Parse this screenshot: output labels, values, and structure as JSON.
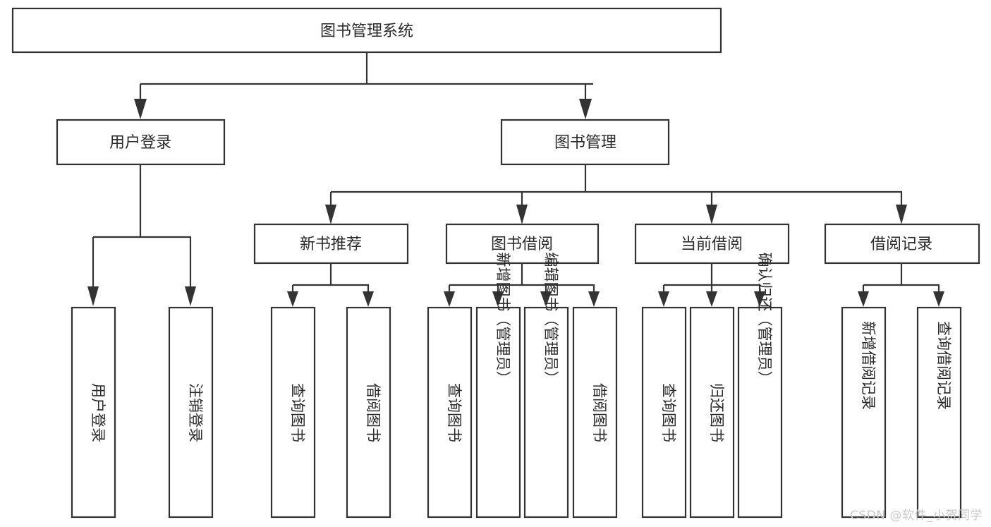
{
  "diagram": {
    "type": "tree-hierarchy",
    "title": "图书管理系统",
    "watermark": "CSDN @软件_小贺同学",
    "colors": {
      "stroke": "#333333",
      "box_fill": "#ffffff",
      "text": "#2b2b2b",
      "watermark": "#c9c9c9",
      "background": "#ffffff"
    },
    "levels": [
      {
        "level": 0,
        "nodes": [
          {
            "id": "root",
            "label": "图书管理系统",
            "orientation": "horizontal"
          }
        ]
      },
      {
        "level": 1,
        "nodes": [
          {
            "id": "login",
            "label": "用户登录",
            "orientation": "horizontal",
            "parent": "root"
          },
          {
            "id": "bookmgmt",
            "label": "图书管理",
            "orientation": "horizontal",
            "parent": "root"
          }
        ]
      },
      {
        "level": 2,
        "nodes": [
          {
            "id": "newbook",
            "label": "新书推荐",
            "orientation": "horizontal",
            "parent": "bookmgmt"
          },
          {
            "id": "borrow",
            "label": "图书借阅",
            "orientation": "horizontal",
            "parent": "bookmgmt"
          },
          {
            "id": "current",
            "label": "当前借阅",
            "orientation": "horizontal",
            "parent": "bookmgmt"
          },
          {
            "id": "records",
            "label": "借阅记录",
            "orientation": "horizontal",
            "parent": "bookmgmt"
          }
        ]
      },
      {
        "level": 3,
        "nodes": [
          {
            "id": "leaf-user-login",
            "label": "用户登录",
            "orientation": "vertical",
            "parent": "login"
          },
          {
            "id": "leaf-user-logout",
            "label": "注销登录",
            "orientation": "vertical",
            "parent": "login"
          },
          {
            "id": "leaf-query-book-1",
            "label": "查询图书",
            "orientation": "vertical",
            "parent": "newbook"
          },
          {
            "id": "leaf-borrow-book-1",
            "label": "借阅图书",
            "orientation": "vertical",
            "parent": "newbook"
          },
          {
            "id": "leaf-query-book-2",
            "label": "查询图书",
            "orientation": "vertical",
            "parent": "borrow"
          },
          {
            "id": "leaf-add-book",
            "label": "新增图书（管理员）",
            "orientation": "vertical",
            "parent": "borrow"
          },
          {
            "id": "leaf-edit-book",
            "label": "编辑图书（管理员）",
            "orientation": "vertical",
            "parent": "borrow"
          },
          {
            "id": "leaf-borrow-book-2",
            "label": "借阅图书",
            "orientation": "vertical",
            "parent": "borrow"
          },
          {
            "id": "leaf-query-book-3",
            "label": "查询图书",
            "orientation": "vertical",
            "parent": "current"
          },
          {
            "id": "leaf-return-book",
            "label": "归还图书",
            "orientation": "vertical",
            "parent": "current"
          },
          {
            "id": "leaf-confirm-return",
            "label": "确认归还（管理员）",
            "orientation": "vertical",
            "parent": "current"
          },
          {
            "id": "leaf-add-record",
            "label": "新增借阅记录",
            "orientation": "vertical",
            "parent": "records"
          },
          {
            "id": "leaf-query-record",
            "label": "查询借阅记录",
            "orientation": "vertical",
            "parent": "records"
          }
        ]
      }
    ]
  }
}
